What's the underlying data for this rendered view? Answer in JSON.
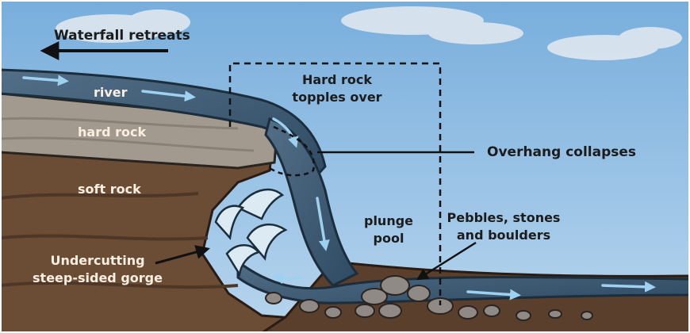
{
  "labels": {
    "retreat": "Waterfall retreats",
    "river": "river",
    "hard_rock": "hard rock",
    "soft_rock": "soft rock",
    "topples": [
      "Hard rock",
      "topples over"
    ],
    "overhang": "Overhang collapses",
    "plunge_pool": [
      "plunge",
      "pool"
    ],
    "pebbles": [
      "Pebbles, stones",
      "and boulders"
    ],
    "undercutting": [
      "Undercutting",
      "steep-sided gorge"
    ]
  },
  "colors": {
    "sky": "#9fc6e6",
    "water": "#3f5f79",
    "water_highlight": "#8cc4ea",
    "hard_rock": "#a39a8f",
    "soft_rock": "#6b4d36",
    "ground": "#5a3f2c",
    "foam": "#dbeaf3",
    "pebbles": "#8f8a86"
  }
}
